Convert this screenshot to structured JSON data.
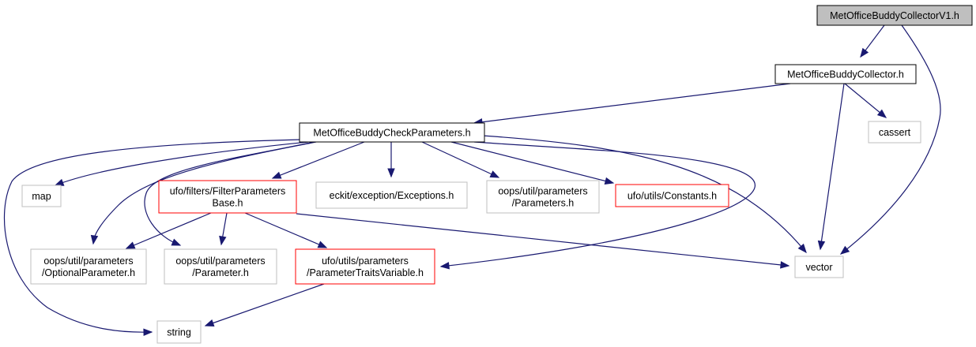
{
  "colors": {
    "edge": "#191970",
    "root_fill": "#bfbfbf",
    "box_black": "#000000",
    "box_red": "#ff0000",
    "box_gray": "#bfbfbf"
  },
  "nodes": [
    {
      "id": "n0",
      "lines": [
        "MetOfficeBuddyCollectorV1.h"
      ],
      "style": "root"
    },
    {
      "id": "n1",
      "lines": [
        "MetOfficeBuddyCollector.h"
      ],
      "style": "black"
    },
    {
      "id": "n2",
      "lines": [
        "MetOfficeBuddyCheckParameters.h"
      ],
      "style": "black"
    },
    {
      "id": "n3",
      "lines": [
        "cassert"
      ],
      "style": "gray"
    },
    {
      "id": "n4",
      "lines": [
        "map"
      ],
      "style": "gray"
    },
    {
      "id": "n5",
      "lines": [
        "ufo/filters/FilterParameters",
        "Base.h"
      ],
      "style": "red"
    },
    {
      "id": "n6",
      "lines": [
        "eckit/exception/Exceptions.h"
      ],
      "style": "gray"
    },
    {
      "id": "n7",
      "lines": [
        "oops/util/parameters",
        "/Parameters.h"
      ],
      "style": "gray"
    },
    {
      "id": "n8",
      "lines": [
        "ufo/utils/Constants.h"
      ],
      "style": "red"
    },
    {
      "id": "n9",
      "lines": [
        "oops/util/parameters",
        "/OptionalParameter.h"
      ],
      "style": "gray"
    },
    {
      "id": "n10",
      "lines": [
        "oops/util/parameters",
        "/Parameter.h"
      ],
      "style": "gray"
    },
    {
      "id": "n11",
      "lines": [
        "ufo/utils/parameters",
        "/ParameterTraitsVariable.h"
      ],
      "style": "red"
    },
    {
      "id": "n12",
      "lines": [
        "vector"
      ],
      "style": "gray"
    },
    {
      "id": "n13",
      "lines": [
        "string"
      ],
      "style": "gray"
    }
  ],
  "edges": [
    {
      "from": "n0",
      "to": "n1"
    },
    {
      "from": "n0",
      "to": "n12"
    },
    {
      "from": "n1",
      "to": "n2"
    },
    {
      "from": "n1",
      "to": "n3"
    },
    {
      "from": "n1",
      "to": "n12"
    },
    {
      "from": "n2",
      "to": "n4"
    },
    {
      "from": "n2",
      "to": "n5"
    },
    {
      "from": "n2",
      "to": "n6"
    },
    {
      "from": "n2",
      "to": "n7"
    },
    {
      "from": "n2",
      "to": "n8"
    },
    {
      "from": "n2",
      "to": "n9"
    },
    {
      "from": "n2",
      "to": "n10"
    },
    {
      "from": "n2",
      "to": "n11"
    },
    {
      "from": "n2",
      "to": "n12"
    },
    {
      "from": "n2",
      "to": "n13"
    },
    {
      "from": "n5",
      "to": "n9"
    },
    {
      "from": "n5",
      "to": "n10"
    },
    {
      "from": "n5",
      "to": "n11"
    },
    {
      "from": "n5",
      "to": "n12"
    },
    {
      "from": "n11",
      "to": "n13"
    }
  ]
}
